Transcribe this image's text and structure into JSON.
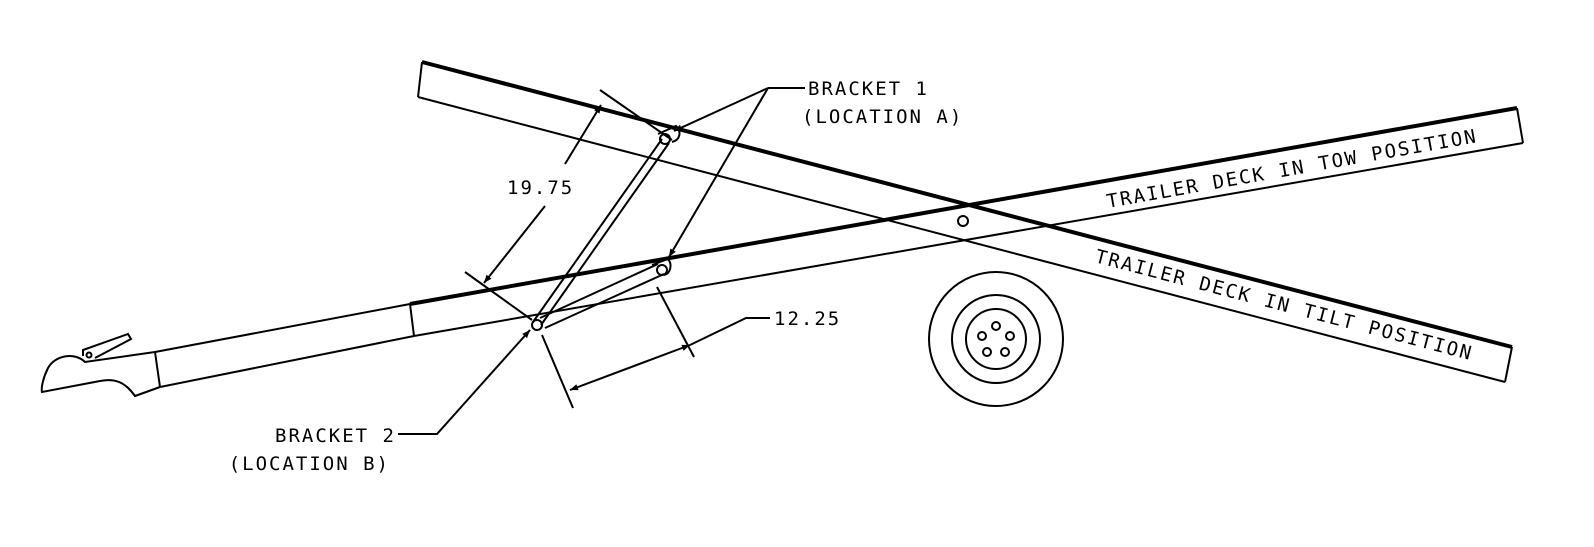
{
  "diagram": {
    "labels": {
      "bracket1": "BRACKET 1",
      "bracket1_location": "(LOCATION A)",
      "bracket2": "BRACKET 2",
      "bracket2_location": "(LOCATION B)",
      "tow_position": "TRAILER DECK IN TOW POSITION",
      "tilt_position": "TRAILER DECK IN TILT POSITION"
    },
    "dimensions": {
      "strut_distance": "19.75",
      "bracket_offset": "12.25"
    }
  }
}
